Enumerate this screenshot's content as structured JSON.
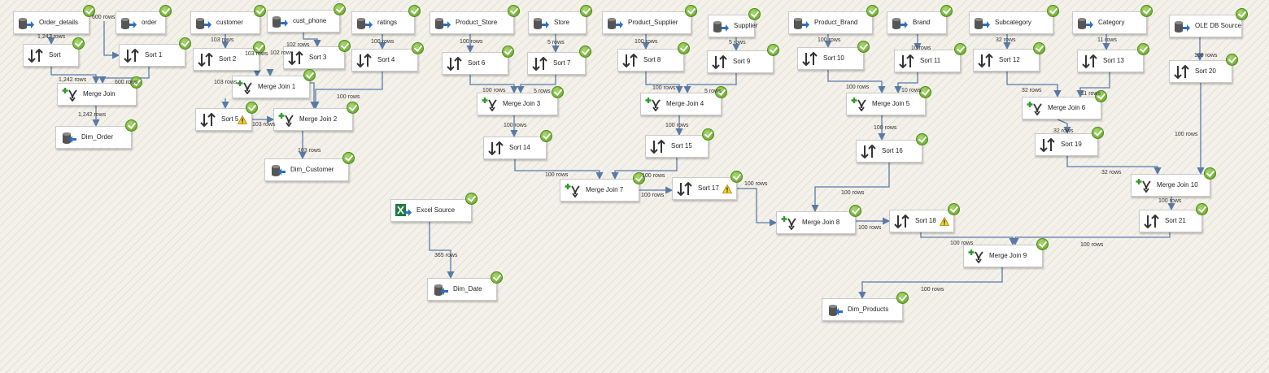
{
  "colors": {
    "wire": "#5a7aa6",
    "ok_green": "#6aaa2b",
    "warn_yellow": "#f5cf2a"
  },
  "nodes": [
    {
      "id": "order_details",
      "label": "Order_details",
      "type": "ole-db-source"
    },
    {
      "id": "order",
      "label": "order",
      "type": "ole-db-source"
    },
    {
      "id": "customer",
      "label": "customer",
      "type": "ole-db-source"
    },
    {
      "id": "cust_phone",
      "label": "cust_phone",
      "type": "ole-db-source"
    },
    {
      "id": "ratings",
      "label": "ratings",
      "type": "ole-db-source"
    },
    {
      "id": "product_store",
      "label": "Product_Store",
      "type": "ole-db-source"
    },
    {
      "id": "store",
      "label": "Store",
      "type": "ole-db-source"
    },
    {
      "id": "product_supplier",
      "label": "Product_Supplier",
      "type": "ole-db-source"
    },
    {
      "id": "supplier",
      "label": "Supplier",
      "type": "ole-db-source"
    },
    {
      "id": "product_brand",
      "label": "Product_Brand",
      "type": "ole-db-source"
    },
    {
      "id": "brand",
      "label": "Brand",
      "type": "ole-db-source"
    },
    {
      "id": "subcategory",
      "label": "Subcategory",
      "type": "ole-db-source"
    },
    {
      "id": "category",
      "label": "Category",
      "type": "ole-db-source"
    },
    {
      "id": "oledb_source",
      "label": "OLE DB Source",
      "type": "ole-db-source"
    },
    {
      "id": "sort",
      "label": "Sort",
      "type": "sort"
    },
    {
      "id": "sort1",
      "label": "Sort 1",
      "type": "sort"
    },
    {
      "id": "sort2",
      "label": "Sort 2",
      "type": "sort"
    },
    {
      "id": "sort3",
      "label": "Sort 3",
      "type": "sort"
    },
    {
      "id": "sort4",
      "label": "Sort 4",
      "type": "sort"
    },
    {
      "id": "sort6",
      "label": "Sort 6",
      "type": "sort"
    },
    {
      "id": "sort7",
      "label": "Sort 7",
      "type": "sort"
    },
    {
      "id": "sort8",
      "label": "Sort 8",
      "type": "sort"
    },
    {
      "id": "sort9",
      "label": "Sort 9",
      "type": "sort"
    },
    {
      "id": "sort10",
      "label": "Sort 10",
      "type": "sort"
    },
    {
      "id": "sort11",
      "label": "Sort 11",
      "type": "sort"
    },
    {
      "id": "sort12",
      "label": "Sort 12",
      "type": "sort"
    },
    {
      "id": "sort13",
      "label": "Sort 13",
      "type": "sort"
    },
    {
      "id": "sort20",
      "label": "Sort 20",
      "type": "sort"
    },
    {
      "id": "merge_join",
      "label": "Merge Join",
      "type": "merge-join"
    },
    {
      "id": "merge_join1",
      "label": "Merge Join 1",
      "type": "merge-join"
    },
    {
      "id": "sort5",
      "label": "Sort 5",
      "type": "sort",
      "warning": true
    },
    {
      "id": "merge_join2",
      "label": "Merge Join 2",
      "type": "merge-join"
    },
    {
      "id": "dim_order",
      "label": "Dim_Order",
      "type": "ole-db-destination"
    },
    {
      "id": "dim_customer",
      "label": "Dim_Customer",
      "type": "ole-db-destination"
    },
    {
      "id": "merge_join3",
      "label": "Merge Join 3",
      "type": "merge-join"
    },
    {
      "id": "merge_join4",
      "label": "Merge Join 4",
      "type": "merge-join"
    },
    {
      "id": "merge_join5",
      "label": "Merge Join 5",
      "type": "merge-join"
    },
    {
      "id": "merge_join6",
      "label": "Merge Join 6",
      "type": "merge-join"
    },
    {
      "id": "sort14",
      "label": "Sort 14",
      "type": "sort"
    },
    {
      "id": "sort15",
      "label": "Sort 15",
      "type": "sort"
    },
    {
      "id": "sort16",
      "label": "Sort 16",
      "type": "sort"
    },
    {
      "id": "sort19",
      "label": "Sort 19",
      "type": "sort"
    },
    {
      "id": "merge_join7",
      "label": "Merge Join 7",
      "type": "merge-join"
    },
    {
      "id": "sort17",
      "label": "Sort 17",
      "type": "sort",
      "warning": true
    },
    {
      "id": "merge_join10",
      "label": "Merge Join 10",
      "type": "merge-join"
    },
    {
      "id": "excel_source",
      "label": "Excel Source",
      "type": "excel-source"
    },
    {
      "id": "merge_join8",
      "label": "Merge Join 8",
      "type": "merge-join"
    },
    {
      "id": "sort18",
      "label": "Sort 18",
      "type": "sort",
      "warning": true
    },
    {
      "id": "sort21",
      "label": "Sort 21",
      "type": "sort"
    },
    {
      "id": "merge_join9",
      "label": "Merge Join 9",
      "type": "merge-join"
    },
    {
      "id": "dim_date",
      "label": "Dim_Date",
      "type": "ole-db-destination"
    },
    {
      "id": "dim_products",
      "label": "Dim_Products",
      "type": "ole-db-destination"
    }
  ],
  "row_labels": [
    "1,242 rows",
    "600 rows",
    "103 rows",
    "102 rows",
    "100 rows",
    "100 rows",
    "5 rows",
    "100 rows",
    "5 rows",
    "100 rows",
    "10 rows",
    "32 rows",
    "11 rows",
    "100 rows",
    "1,242 rows",
    "600 rows",
    "103 rows",
    "103 rows",
    "102 rows",
    "103 rows",
    "100 rows",
    "1,242 rows",
    "103 rows",
    "100 rows",
    "5 rows",
    "100 rows",
    "5 rows",
    "100 rows",
    "10 rows",
    "32 rows",
    "11 rows",
    "100 rows",
    "100 rows",
    "100 rows",
    "32 rows",
    "100 rows",
    "100 rows",
    "100 rows",
    "100 rows",
    "32 rows",
    "100 rows",
    "365 rows",
    "100 rows",
    "100 rows",
    "100 rows",
    "100 rows",
    "100 rows",
    "100 rows"
  ]
}
